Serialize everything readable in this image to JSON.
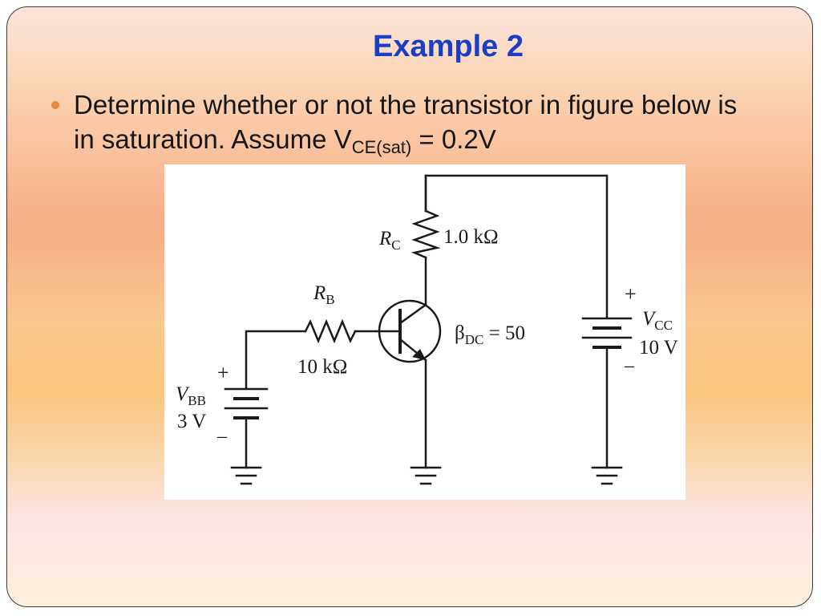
{
  "slide": {
    "title": "Example 2",
    "bullet": {
      "text_before": "Determine whether or not the transistor in figure below is in saturation. Assume V",
      "subscript": "CE(sat)",
      "text_after": " = 0.2V"
    }
  },
  "circuit": {
    "rc_symbol": "R",
    "rc_sub": "C",
    "rc_value": "1.0 kΩ",
    "rb_symbol": "R",
    "rb_sub": "B",
    "rb_value": "10 kΩ",
    "beta_symbol": "β",
    "beta_sub": "DC",
    "beta_value": " = 50",
    "vcc_symbol": "V",
    "vcc_sub": "CC",
    "vcc_value": "10 V",
    "vbb_symbol": "V",
    "vbb_sub": "BB",
    "vbb_value": "3 V",
    "plus": "+",
    "minus": "–"
  }
}
